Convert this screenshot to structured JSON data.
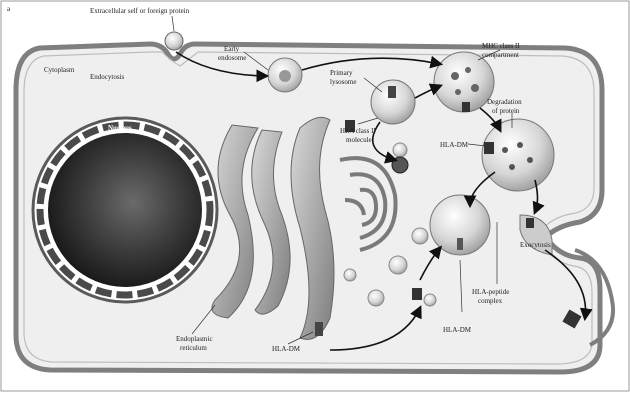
{
  "figure": {
    "panel_letter": "a",
    "labels": {
      "extracellular": "Extracellular self or foreign protein",
      "cytoplasm": "Cytoplasm",
      "endocytosis": "Endocytosis",
      "early_endosome_1": "Early",
      "early_endosome_2": "endosome",
      "primary_lysosome_1": "Primary",
      "primary_lysosome_2": "lysosome",
      "miic_1": "MHC class II",
      "miic_2": "compartment",
      "degradation_1": "Degradation",
      "degradation_2": "of protein",
      "nucleus": "Nucleus",
      "hla_class_ii_1": "HLA class II",
      "hla_class_ii_2": "molecule",
      "hla_dm_upper": "HLA-DM",
      "exocytosis": "Exocytosis",
      "hla_peptide_1": "HLA-peptide",
      "hla_peptide_2": "complex",
      "rer_1": "Endoplasmic",
      "rer_2": "reticulum",
      "hla_dm_bottom": "HLA-DM",
      "hla_dmt": "HLA-DM"
    },
    "colors": {
      "membrane": "#8a8a8a",
      "cytoplasm": "#f2f2f2",
      "nucleus_dark": "#2a2a2a",
      "organelle": "#b5b5b5",
      "vesicle": "#d0d0d0",
      "arrow": "#111111"
    }
  }
}
